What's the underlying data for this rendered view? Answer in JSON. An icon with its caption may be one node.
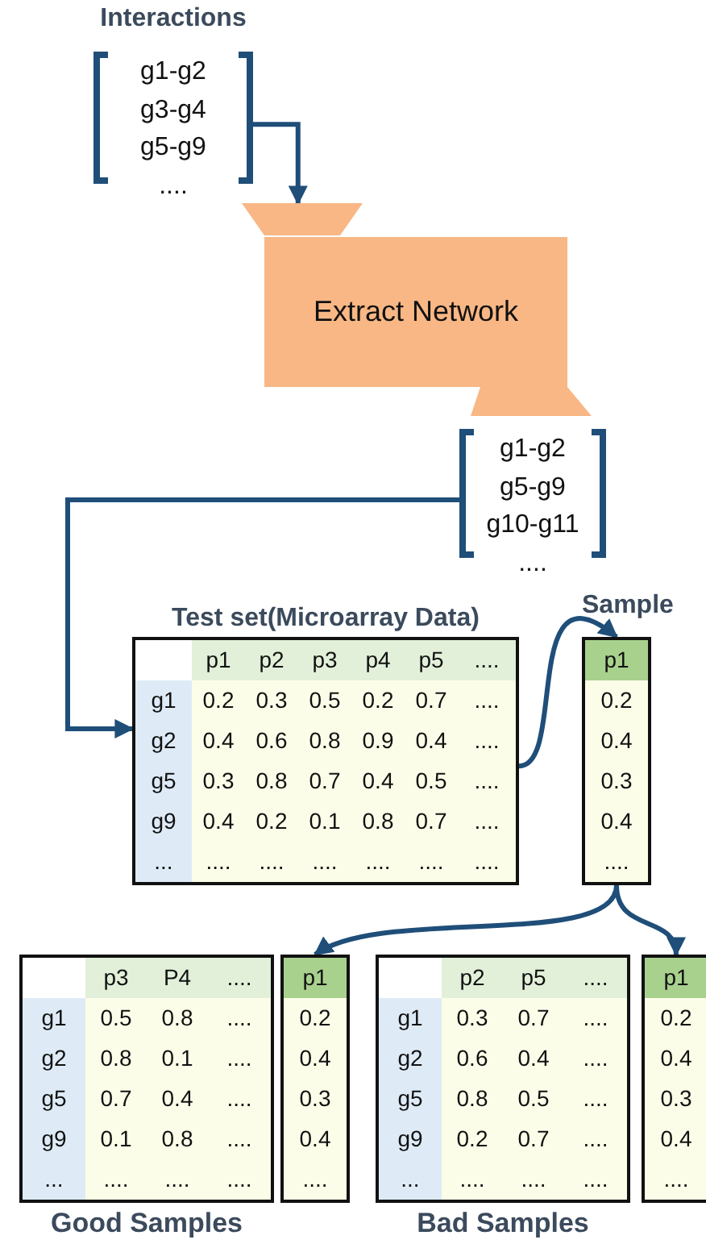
{
  "diagram": {
    "nodes": [
      {
        "text": [
          "Interactions",
          "g1-g2",
          "g3-g4",
          "g5-g9",
          "...."
        ]
      },
      {
        "text": [
          "Extract Network"
        ]
      },
      {
        "text": [
          "g1-g2",
          "g5-g9",
          "g10-g11",
          "...."
        ]
      },
      {
        "text": [
          "Test set(Microarray Data)",
          "p1",
          "p2",
          "p3",
          "p4",
          "p5",
          "....",
          "g1",
          "0.2",
          "0.3",
          "0.5",
          "0.2",
          "0.7",
          "....",
          "g2",
          "0.4",
          "0.6",
          "0.8",
          "0.9",
          "0.4",
          "....",
          "g5",
          "0.3",
          "0.8",
          "0.7",
          "0.4",
          "0.5",
          "....",
          "g9",
          "0.4",
          "0.2",
          "0.1",
          "0.8",
          "0.7",
          "....",
          "...",
          "....",
          "....",
          "....",
          "....",
          "....",
          "...."
        ]
      },
      {
        "text": [
          "Sample",
          "p1",
          "0.2",
          "0.4",
          "0.3",
          "0.4",
          "...."
        ]
      },
      {
        "text": [
          "Good Samples",
          "p3",
          "P4",
          "....",
          "g1",
          "0.5",
          "0.8",
          "....",
          "g2",
          "0.8",
          "0.1",
          "....",
          "g5",
          "0.7",
          "0.4",
          "....",
          "g9",
          "0.1",
          "0.8",
          "....",
          "...",
          "....",
          "....",
          "...."
        ]
      },
      {
        "text": [
          "p1",
          "0.2",
          "0.4",
          "0.3",
          "0.4",
          "...."
        ]
      },
      {
        "text": [
          "Bad Samples",
          "p2",
          "p5",
          "....",
          "g1",
          "0.3",
          "0.7",
          "....",
          "g2",
          "0.6",
          "0.4",
          "....",
          "g5",
          "0.8",
          "0.5",
          "....",
          "g9",
          "0.2",
          "0.7",
          "....",
          "...",
          "....",
          "....",
          "...."
        ]
      },
      {
        "text": [
          "p1",
          "0.2",
          "0.4",
          "0.3",
          "0.4",
          "...."
        ]
      }
    ],
    "edges": [
      {
        "from": 0,
        "to": 1,
        "arrow": "to"
      },
      {
        "from": 2,
        "to": 3,
        "arrow": "to"
      },
      {
        "from": 3,
        "to": 4,
        "arrow": "to"
      },
      {
        "from": 4,
        "to": 6,
        "arrow": "to"
      },
      {
        "from": 4,
        "to": 8,
        "arrow": "to"
      }
    ]
  }
}
